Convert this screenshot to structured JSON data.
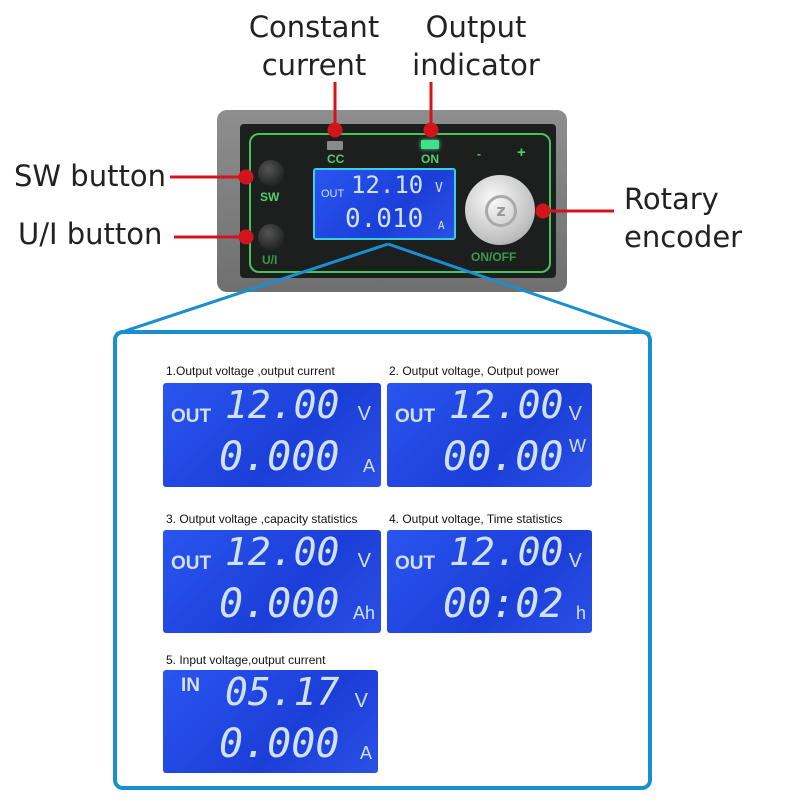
{
  "callouts": {
    "constant_current": [
      "Constant",
      "current"
    ],
    "output_indicator": [
      "Output",
      "indicator"
    ],
    "sw_button": "SW button",
    "ui_button": "U/I button",
    "rotary_encoder": [
      "Rotary",
      "encoder"
    ]
  },
  "device": {
    "cc_label": "CC",
    "on_label": "ON",
    "sw_label": "SW",
    "ui_label": "U/I",
    "onoff_label": "ON/OFF",
    "minus": "-",
    "plus": "+",
    "lcd": {
      "tag": "OUT",
      "row1": "12.10",
      "unit1": "V",
      "row2": "0.010",
      "unit2": "A"
    }
  },
  "colors": {
    "callout_line": "#d4141c",
    "frame": "#1a8fd0",
    "lcd_bg": "#1c3ed8",
    "indicator": "#3ee08a"
  },
  "modes": [
    {
      "title": "1.Output voltage ,output current",
      "tag": "OUT",
      "row1": "12.00",
      "unit1": "V",
      "row2": "0.000",
      "unit2": "A"
    },
    {
      "title": "2. Output voltage, Output power",
      "tag": "OUT",
      "row1": "12.00",
      "unit1": "V",
      "row2": "00.00",
      "unit2": "W"
    },
    {
      "title": "3. Output voltage ,capacity statistics",
      "tag": "OUT",
      "row1": "12.00",
      "unit1": "V",
      "row2": "0.000",
      "unit2": "Ah"
    },
    {
      "title": "4. Output voltage, Time statistics",
      "tag": "OUT",
      "row1": "12.00",
      "unit1": "V",
      "row2": "00:02",
      "unit2": "h"
    },
    {
      "title": "5. Input voltage,output current",
      "tag": "IN",
      "row1": "05.17",
      "unit1": "V",
      "row2": "0.000",
      "unit2": "A"
    }
  ]
}
